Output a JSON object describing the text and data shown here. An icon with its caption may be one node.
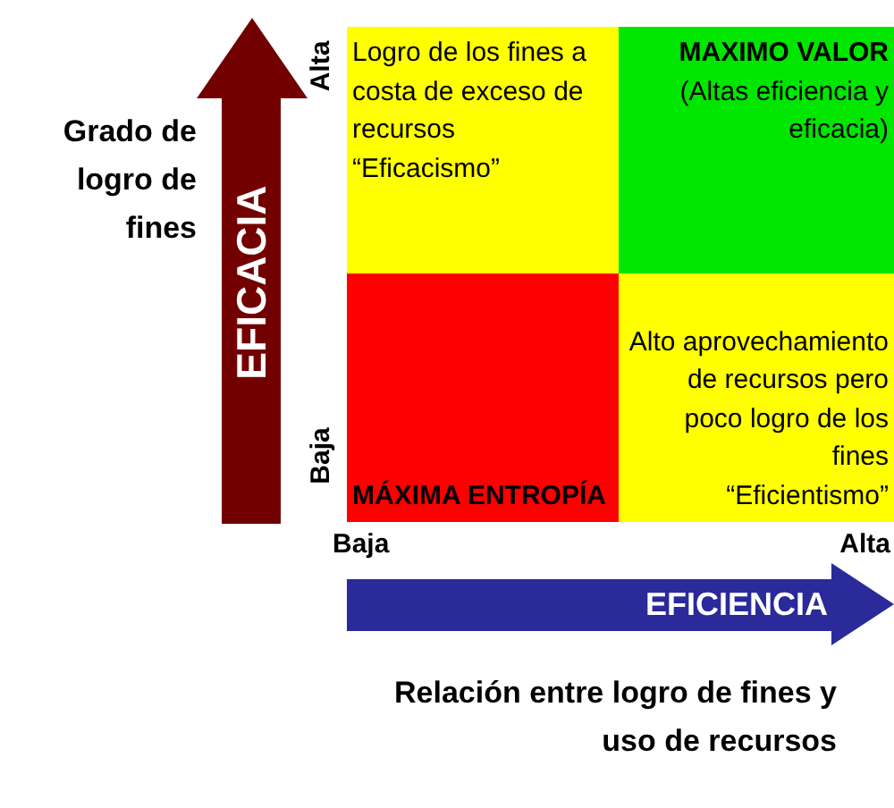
{
  "diagram": {
    "nodes": [
      {
        "text": [
          "Logro de los fines a costa de exceso de recursos",
          "“Eficacismo”"
        ]
      },
      {
        "text": [
          "MAXIMO VALOR",
          "(Altas eficiencia y eficacia)"
        ]
      },
      {
        "text": [
          "MÁXIMA ENTROPÍA"
        ]
      },
      {
        "text": [
          "Alto aprovechamiento de recursos pero poco logro de los fines",
          "“Eficientismo”"
        ]
      },
      {
        "text": [
          "EFICACIA"
        ]
      },
      {
        "text": [
          "EFICIENCIA"
        ]
      }
    ],
    "labels": [
      "Grado de logro de fines",
      "Alta",
      "Baja",
      "Baja",
      "Alta",
      "Relación entre logro de fines y uso de recursos"
    ]
  }
}
